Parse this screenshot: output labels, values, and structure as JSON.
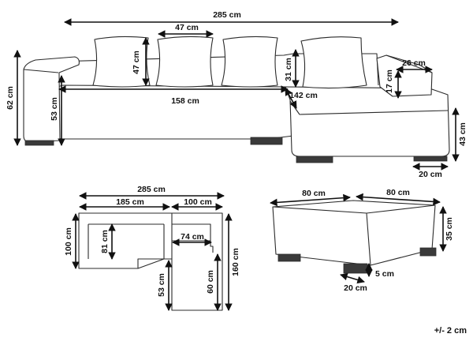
{
  "sofa_front": {
    "total_width": "285 cm",
    "cushion_width": "47 cm",
    "cushion_height": "47 cm",
    "backrest_height": "31 cm",
    "arm_width": "26 cm",
    "arm_height": "17 cm",
    "overall_height": "62 cm",
    "seat_height": "53 cm",
    "seat_width": "158 cm",
    "chaise_length": "142 cm",
    "chaise_height": "43 cm",
    "leg_width": "20 cm"
  },
  "floor_plan": {
    "total_width": "285 cm",
    "main_width": "185 cm",
    "chaise_width": "100 cm",
    "depth": "100 cm",
    "inner_depth": "81 cm",
    "chaise_inner_width": "74 cm",
    "total_length": "160 cm",
    "chaise_inner_length": "60 cm",
    "chaise_end_depth": "53 cm"
  },
  "ottoman": {
    "width": "80 cm",
    "depth": "80 cm",
    "height": "35 cm",
    "leg_height": "5 cm",
    "leg_width": "20 cm"
  },
  "tolerance": "+/- 2 cm"
}
